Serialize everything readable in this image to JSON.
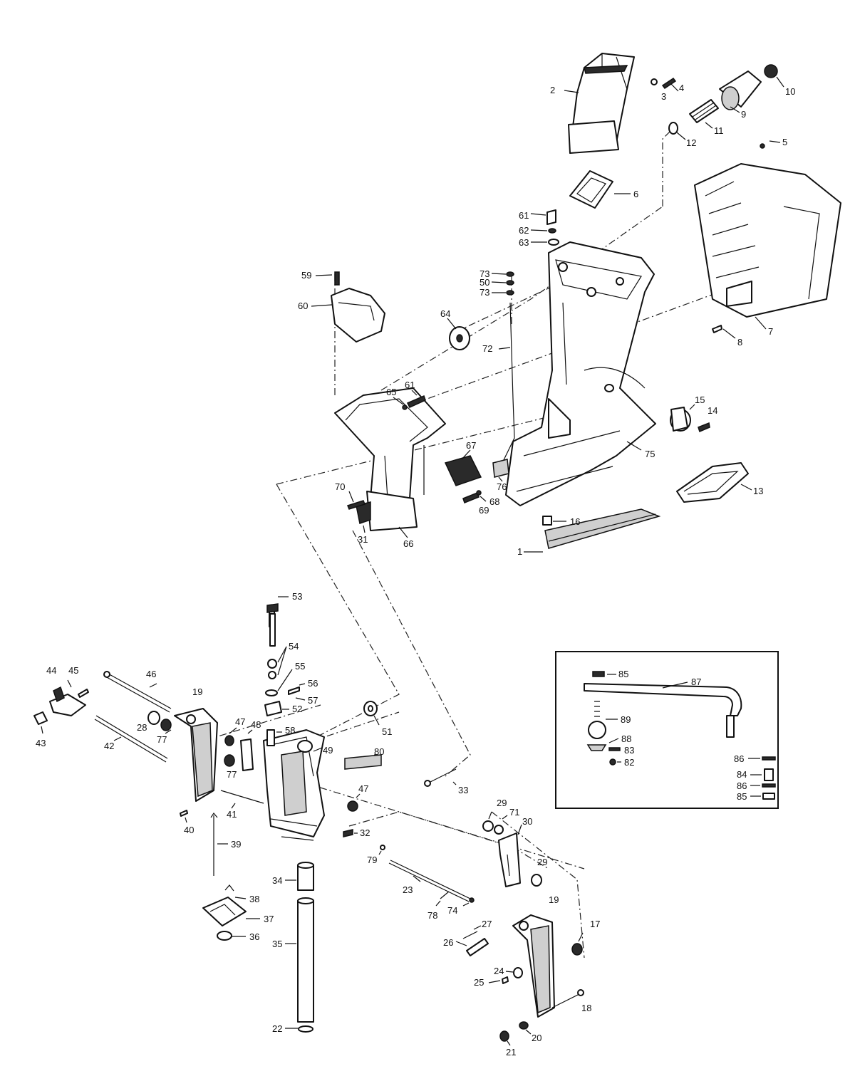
{
  "colors": {
    "ink": "#111111",
    "paper": "#ffffff",
    "shade": "#cfcfcf"
  },
  "callouts": [
    {
      "id": "c1",
      "text": "1"
    },
    {
      "id": "c2",
      "text": "2"
    },
    {
      "id": "c3",
      "text": "3"
    },
    {
      "id": "c4",
      "text": "4"
    },
    {
      "id": "c5",
      "text": "5"
    },
    {
      "id": "c6",
      "text": "6"
    },
    {
      "id": "c7",
      "text": "7"
    },
    {
      "id": "c8",
      "text": "8"
    },
    {
      "id": "c9",
      "text": "9"
    },
    {
      "id": "c10",
      "text": "10"
    },
    {
      "id": "c11",
      "text": "11"
    },
    {
      "id": "c12",
      "text": "12"
    },
    {
      "id": "c13",
      "text": "13"
    },
    {
      "id": "c14",
      "text": "14"
    },
    {
      "id": "c15",
      "text": "15"
    },
    {
      "id": "c16",
      "text": "16"
    },
    {
      "id": "c17",
      "text": "17"
    },
    {
      "id": "c18",
      "text": "18"
    },
    {
      "id": "c19a",
      "text": "19"
    },
    {
      "id": "c19b",
      "text": "19"
    },
    {
      "id": "c20",
      "text": "20"
    },
    {
      "id": "c21",
      "text": "21"
    },
    {
      "id": "c22",
      "text": "22"
    },
    {
      "id": "c23",
      "text": "23"
    },
    {
      "id": "c24",
      "text": "24"
    },
    {
      "id": "c25",
      "text": "25"
    },
    {
      "id": "c26",
      "text": "26"
    },
    {
      "id": "c27",
      "text": "27"
    },
    {
      "id": "c28",
      "text": "28"
    },
    {
      "id": "c29a",
      "text": "29"
    },
    {
      "id": "c29b",
      "text": "29"
    },
    {
      "id": "c30",
      "text": "30"
    },
    {
      "id": "c31",
      "text": "31"
    },
    {
      "id": "c32",
      "text": "32"
    },
    {
      "id": "c33",
      "text": "33"
    },
    {
      "id": "c34",
      "text": "34"
    },
    {
      "id": "c35",
      "text": "35"
    },
    {
      "id": "c36",
      "text": "36"
    },
    {
      "id": "c37",
      "text": "37"
    },
    {
      "id": "c38",
      "text": "38"
    },
    {
      "id": "c39",
      "text": "39"
    },
    {
      "id": "c40",
      "text": "40"
    },
    {
      "id": "c41",
      "text": "41"
    },
    {
      "id": "c42",
      "text": "42"
    },
    {
      "id": "c43",
      "text": "43"
    },
    {
      "id": "c44",
      "text": "44"
    },
    {
      "id": "c45",
      "text": "45"
    },
    {
      "id": "c46",
      "text": "46"
    },
    {
      "id": "c47a",
      "text": "47"
    },
    {
      "id": "c47b",
      "text": "47"
    },
    {
      "id": "c48",
      "text": "48"
    },
    {
      "id": "c49",
      "text": "49"
    },
    {
      "id": "c50",
      "text": "50"
    },
    {
      "id": "c51",
      "text": "51"
    },
    {
      "id": "c52",
      "text": "52"
    },
    {
      "id": "c53",
      "text": "53"
    },
    {
      "id": "c54",
      "text": "54"
    },
    {
      "id": "c55",
      "text": "55"
    },
    {
      "id": "c56",
      "text": "56"
    },
    {
      "id": "c57",
      "text": "57"
    },
    {
      "id": "c58",
      "text": "58"
    },
    {
      "id": "c59",
      "text": "59"
    },
    {
      "id": "c60",
      "text": "60"
    },
    {
      "id": "c61a",
      "text": "61"
    },
    {
      "id": "c61b",
      "text": "61"
    },
    {
      "id": "c62",
      "text": "62"
    },
    {
      "id": "c63",
      "text": "63"
    },
    {
      "id": "c64",
      "text": "64"
    },
    {
      "id": "c65",
      "text": "65"
    },
    {
      "id": "c66",
      "text": "66"
    },
    {
      "id": "c67",
      "text": "67"
    },
    {
      "id": "c68",
      "text": "68"
    },
    {
      "id": "c69",
      "text": "69"
    },
    {
      "id": "c70",
      "text": "70"
    },
    {
      "id": "c71",
      "text": "71"
    },
    {
      "id": "c72",
      "text": "72"
    },
    {
      "id": "c73a",
      "text": "73"
    },
    {
      "id": "c73b",
      "text": "73"
    },
    {
      "id": "c74",
      "text": "74"
    },
    {
      "id": "c75",
      "text": "75"
    },
    {
      "id": "c76",
      "text": "76"
    },
    {
      "id": "c77a",
      "text": "77"
    },
    {
      "id": "c77b",
      "text": "77"
    },
    {
      "id": "c78",
      "text": "78"
    },
    {
      "id": "c79",
      "text": "79"
    },
    {
      "id": "c80",
      "text": "80"
    },
    {
      "id": "c82",
      "text": "82"
    },
    {
      "id": "c83",
      "text": "83"
    },
    {
      "id": "c84",
      "text": "84"
    },
    {
      "id": "c85a",
      "text": "85"
    },
    {
      "id": "c85b",
      "text": "85"
    },
    {
      "id": "c86a",
      "text": "86"
    },
    {
      "id": "c86b",
      "text": "86"
    },
    {
      "id": "c87",
      "text": "87"
    },
    {
      "id": "c88",
      "text": "88"
    },
    {
      "id": "c89",
      "text": "89"
    }
  ]
}
